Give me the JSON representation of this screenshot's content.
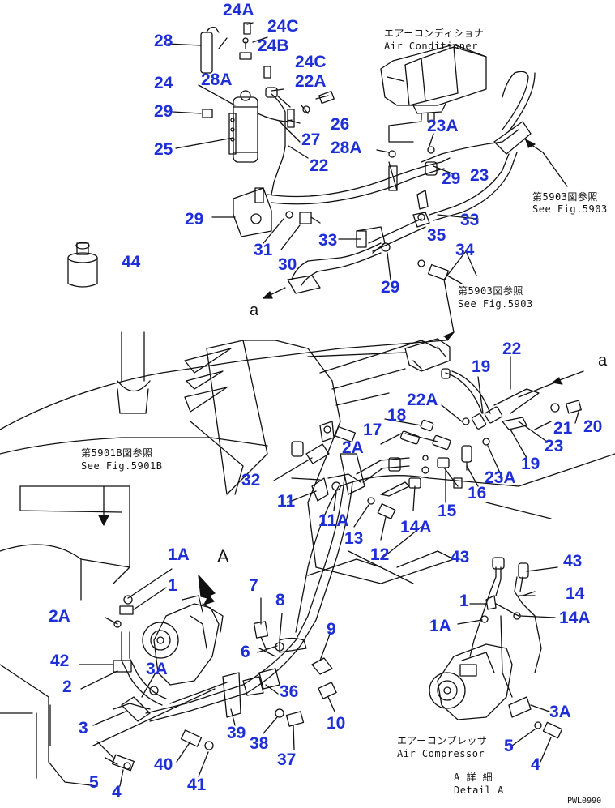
{
  "callouts": {
    "c28": "28",
    "c24A_top": "24A",
    "c24C_a": "24C",
    "c24B": "24B",
    "c28A_a": "28A",
    "c24C_b": "24C",
    "c22A_a": "22A",
    "c24": "24",
    "c29_a": "29",
    "c26": "26",
    "c27": "27",
    "c25": "25",
    "c22_a": "22",
    "c23A_a": "23A",
    "c28A_b": "28A",
    "c29_b": "29",
    "c23_a": "23",
    "c29_c": "29",
    "c33_a": "33",
    "c33_b": "33",
    "c35": "35",
    "c31": "31",
    "c30": "30",
    "c34": "34",
    "c29_d": "29",
    "c44": "44",
    "c22_b": "22",
    "c19_a": "19",
    "c22A_b": "22A",
    "c18": "18",
    "c17": "17",
    "c21": "21",
    "c20": "20",
    "c23_b": "23",
    "c19_b": "19",
    "c2A_a": "2A",
    "c32": "32",
    "c16": "16",
    "c23A_b": "23A",
    "c11": "11",
    "c15": "15",
    "c11A": "11A",
    "c13": "13",
    "c14A_a": "14A",
    "c12": "12",
    "c43_a": "43",
    "c43_b": "43",
    "c1A_a": "1A",
    "c1_a": "1",
    "c7": "7",
    "c8": "8",
    "c14": "14",
    "c2A_b": "2A",
    "c1_b": "1",
    "c1A_b": "1A",
    "c14A_b": "14A",
    "c9": "9",
    "c42": "42",
    "c3A_a": "3A",
    "c6": "6",
    "c2": "2",
    "c36": "36",
    "c3": "3",
    "c39": "39",
    "c10": "10",
    "c3A_b": "3A",
    "c38": "38",
    "c5_b": "5",
    "c40": "40",
    "c37": "37",
    "c4_b": "4",
    "c41": "41",
    "c5_a": "5",
    "c4_a": "4"
  },
  "notes": {
    "ac_jp": "エアーコンディショナ",
    "ac_en": "Air Conditioner",
    "see5903a_jp": "第5903図参照",
    "see5903a_en": "See Fig.5903",
    "see5903b_jp": "第5903図参照",
    "see5903b_en": "See Fig.5903",
    "see5901b_jp": "第5901B図参照",
    "see5901b_en": "See Fig.5901B",
    "comp_jp": "エアーコンプレッサ",
    "comp_en": "Air Compressor",
    "detail_jp": "A 詳 細",
    "detail_en": "Detail A",
    "view_A": "A",
    "arrow_a1": "a",
    "arrow_a2": "a",
    "code": "PWL0990"
  },
  "colors": {
    "callout": "#1f2fd6",
    "line": "#111111"
  }
}
